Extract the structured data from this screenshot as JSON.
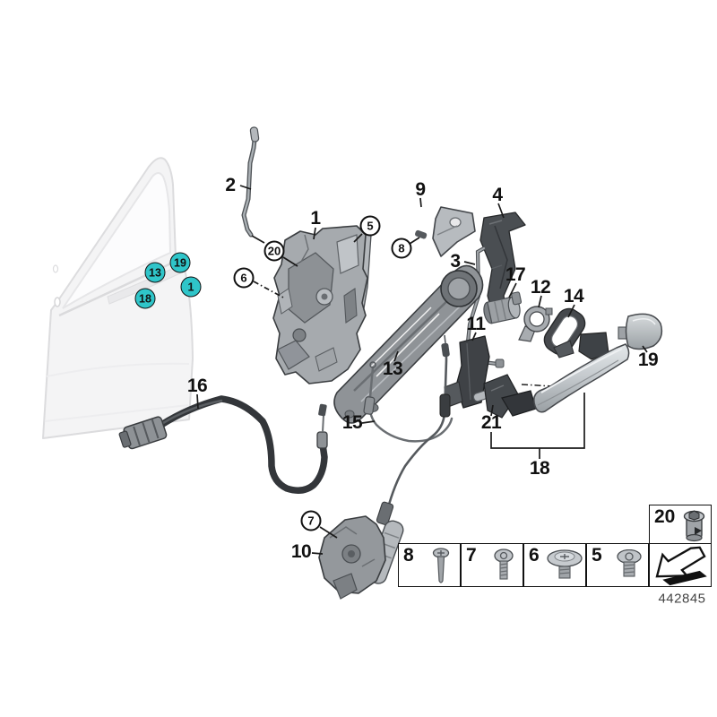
{
  "diagram": {
    "drawing_number": "442845",
    "marker_color": "#2fc5c9",
    "description": "Locking system door front - exploded parts diagram"
  },
  "door_markers": [
    {
      "label": "19"
    },
    {
      "label": "13"
    },
    {
      "label": "1"
    },
    {
      "label": "18"
    }
  ],
  "labels": {
    "plain": [
      {
        "num": "2"
      },
      {
        "num": "1"
      },
      {
        "num": "9"
      },
      {
        "num": "4"
      },
      {
        "num": "3"
      },
      {
        "num": "17"
      },
      {
        "num": "12"
      },
      {
        "num": "14"
      },
      {
        "num": "11"
      },
      {
        "num": "13"
      },
      {
        "num": "16"
      },
      {
        "num": "15"
      },
      {
        "num": "21"
      },
      {
        "num": "19"
      },
      {
        "num": "18"
      },
      {
        "num": "10"
      }
    ],
    "circled": [
      {
        "num": "20"
      },
      {
        "num": "6"
      },
      {
        "num": "5"
      },
      {
        "num": "8"
      },
      {
        "num": "7"
      }
    ]
  },
  "fastener_table": {
    "inset": {
      "num": "20",
      "icon": "grommet-icon"
    },
    "cells": [
      {
        "num": "8",
        "icon": "countersunk-screw-icon"
      },
      {
        "num": "7",
        "icon": "pan-head-screw-icon"
      },
      {
        "num": "6",
        "icon": "washer-head-screw-icon"
      },
      {
        "num": "5",
        "icon": "button-head-screw-icon"
      }
    ],
    "arrow_icon": "direction-arrow-icon"
  }
}
